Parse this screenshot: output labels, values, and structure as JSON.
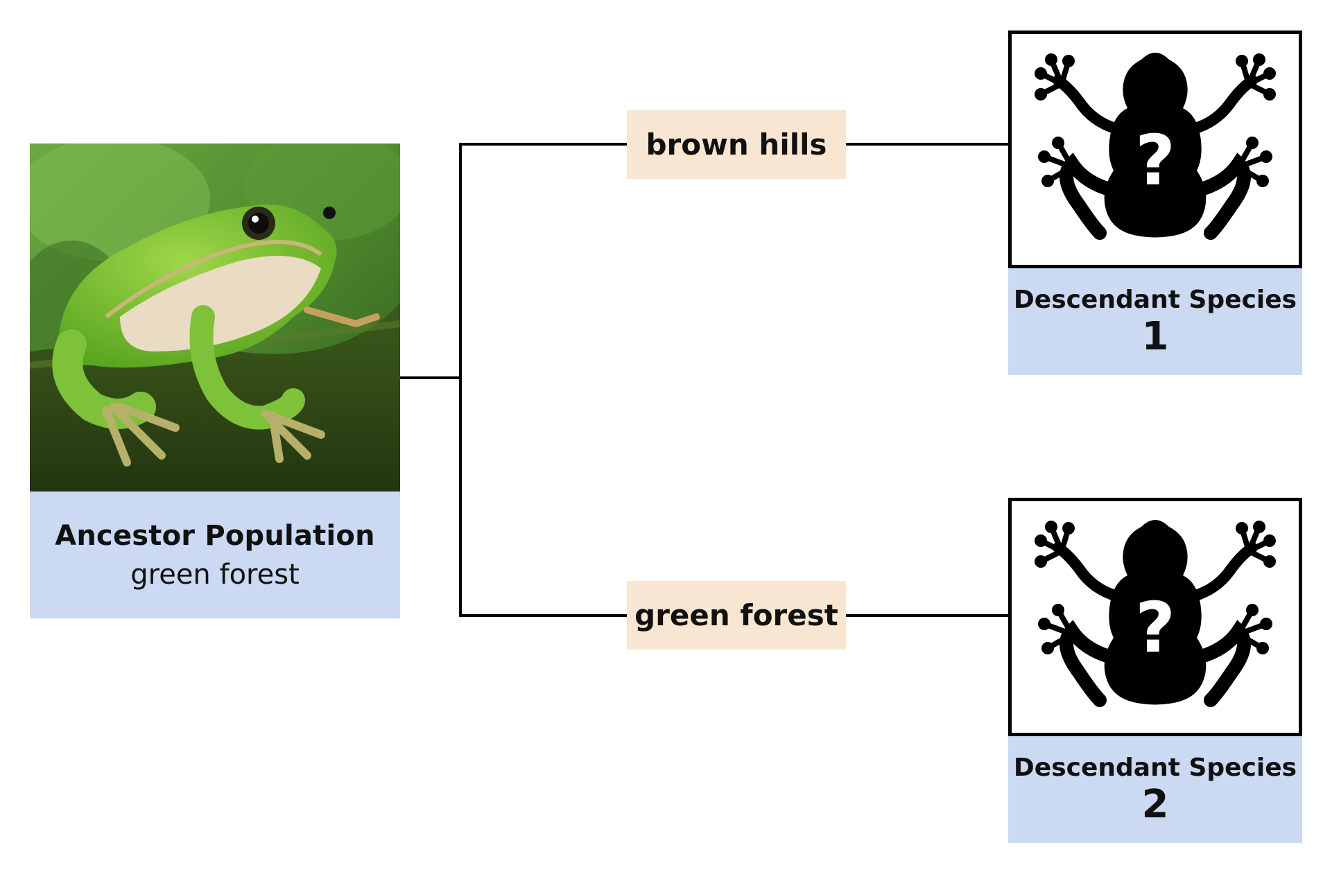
{
  "ancestor": {
    "title": "Ancestor Population",
    "habitat": "green forest"
  },
  "environments": [
    {
      "label": "brown hills",
      "color": "#f9e6d2"
    },
    {
      "label": "green forest",
      "color": "#f9e6d2"
    }
  ],
  "descendants": [
    {
      "title": "Descendant Species",
      "number": "1",
      "icon": "unknown-frog-icon"
    },
    {
      "title": "Descendant Species",
      "number": "2",
      "icon": "unknown-frog-icon"
    }
  ],
  "colors": {
    "caption_bg": "#cbd9f3",
    "env_bg": "#f9e6d2",
    "line": "#000000"
  }
}
